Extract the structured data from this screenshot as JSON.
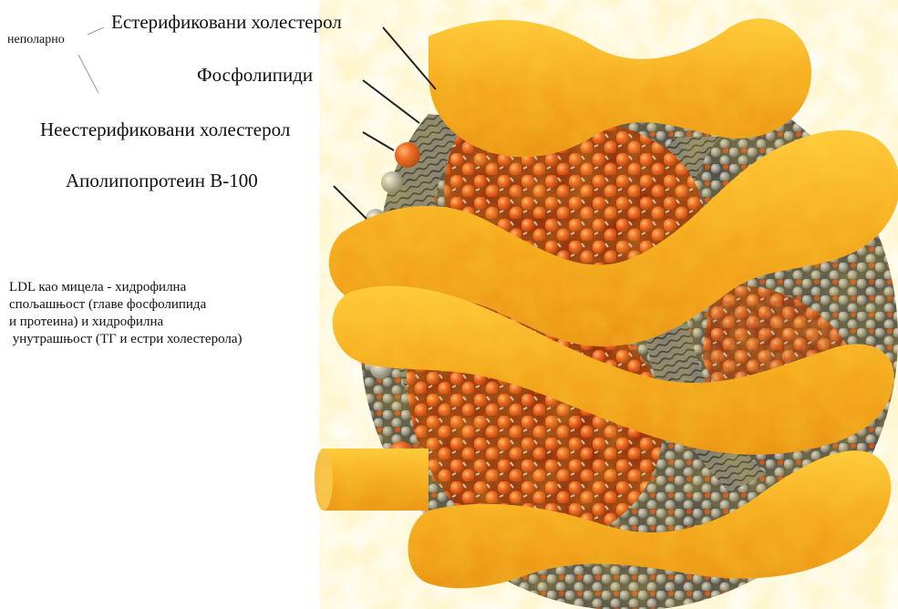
{
  "labels": {
    "nepolarno": "неполарно",
    "esterified_cholesterol": "Естерификовани холестерол",
    "phospholipids": "Фосфолипиди",
    "unesterified_cholesterol": "Неестерификовани холестерол",
    "apolipoprotein": "Аполипопротеин B-100"
  },
  "caption": {
    "line1": "LDL као мицела - хидрофилна",
    "line2": "спољашњост (главе фосфолипида",
    "line3": "и протеина) и хидрофилна",
    "line4": " унутрашњост (ТГ и естри холестерола)"
  },
  "colors": {
    "protein_band": "#f5a91c",
    "core_sphere": "#e8501a",
    "shell_sphere": "#a9a9a9",
    "tail_layer": "#6f6f6f"
  }
}
